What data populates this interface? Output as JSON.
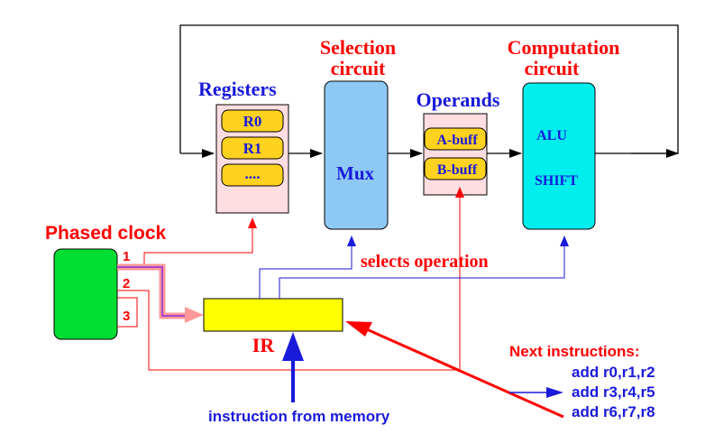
{
  "colors": {
    "red_label": "#ff0000",
    "blue_label": "#1a1adb",
    "register_fill": "#ffdde0",
    "register_pill": "#ffd21f",
    "mux_fill": "#8ec9f5",
    "alu_fill": "#00eeee",
    "ir_fill": "#ffff00",
    "clock_fill": "#00dd33",
    "clock_path": "#ff9999",
    "clock_path_inner": "#8a2be2"
  },
  "diagram": {
    "registers": {
      "title": "Registers",
      "items": [
        "R0",
        "R1",
        "...."
      ]
    },
    "selection": {
      "title_line1": "Selection",
      "title_line2": "circuit",
      "box_label": "Mux"
    },
    "operands": {
      "title": "Operands",
      "buffers": [
        "A-buff",
        "B-buff"
      ]
    },
    "computation": {
      "title_line1": "Computation",
      "title_line2": "circuit",
      "unit1": "ALU",
      "unit2": "SHIFT"
    },
    "clock": {
      "title": "Phased clock",
      "phases": [
        "1",
        "2",
        "3"
      ]
    },
    "ir": {
      "label": "IR"
    },
    "selects_operation": "selects operation",
    "instruction_from_memory": "instruction from memory",
    "next_instructions": {
      "title": "Next instructions:",
      "items": [
        "add r0,r1,r2",
        "add r3,r4,r5",
        "add r6,r7,r8"
      ]
    }
  }
}
